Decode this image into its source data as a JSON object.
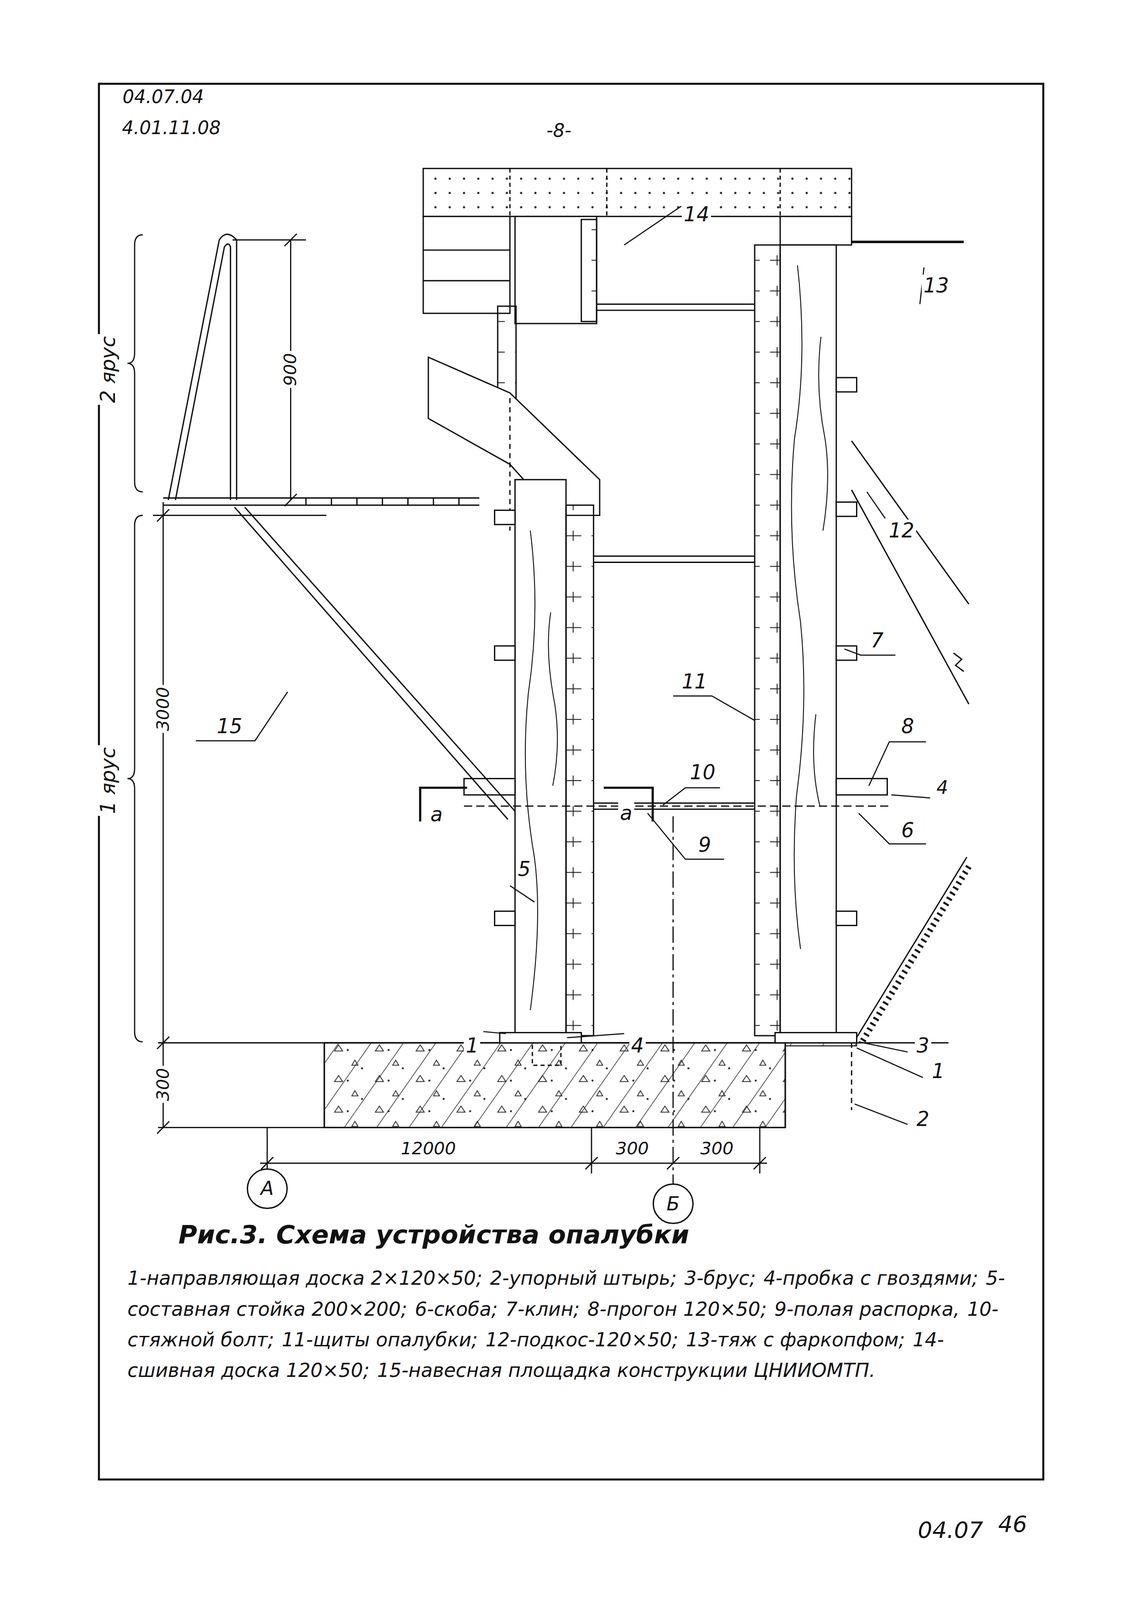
{
  "diagram": {
    "caption": "Рис.3. Схема устройства опалубки",
    "nodes": [
      {
        "text": [
          "А"
        ]
      },
      {
        "text": [
          "Б"
        ]
      }
    ],
    "labels": [
      "04.07.04",
      "4.01.11.08",
      "-8-",
      "14",
      "13",
      "2 ярус",
      "900",
      "12",
      "15",
      "3000",
      "7",
      "11",
      "1 ярус",
      "а",
      "а",
      "10",
      "8",
      "4",
      "6",
      "9",
      "5",
      "1",
      "4",
      "3",
      "1",
      "300",
      "2",
      "12000",
      "300",
      "300",
      "1-направляющая доска 2×120×50;",
      "2-упорный штырь;",
      "3-брус;",
      "4-пробка с гвоздями;",
      "5-составная стойка 200×200;",
      "6-скоба;",
      "7-клин;",
      "8-прогон 120×50;",
      "9-полая распорка,",
      "10-стяжной болт;",
      "11-щиты опалубки;",
      "12-подкос-120×50;",
      "13-тяж с фаркопфом;",
      "14-сшивная доска 120×50;",
      "15-навесная площадка конструкции ЦНИИОМТП.",
      "04.07",
      "46"
    ]
  }
}
